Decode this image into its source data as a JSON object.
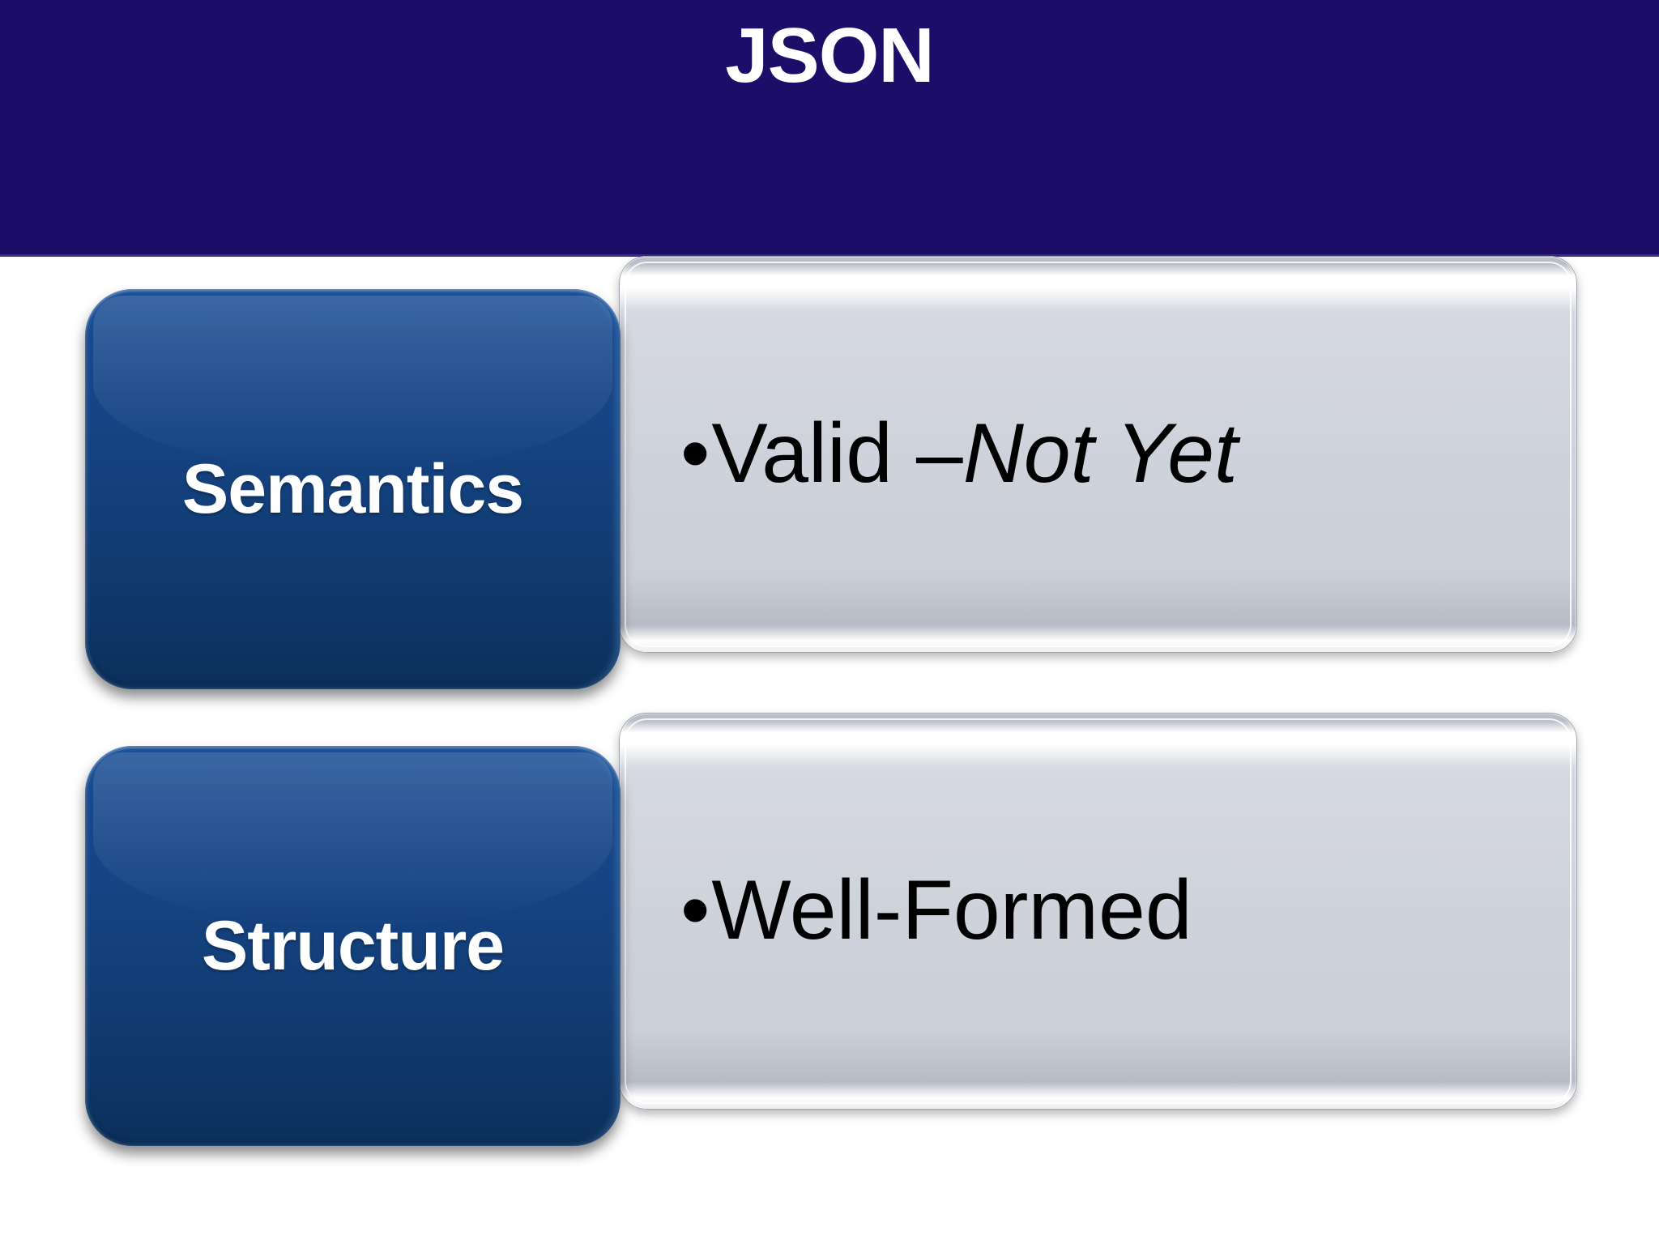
{
  "slide": {
    "title": "JSON",
    "title_color": "#FFFFFF",
    "title_band_color": "#1B0D68",
    "background_color": "#FFFFFF"
  },
  "diagram": {
    "accent_blue": "#154382",
    "panel_gray": "#CED2DB",
    "rows": [
      {
        "label": "Semantics",
        "bullet_glyph": "•",
        "bullet_parts": [
          {
            "text": "Valid – ",
            "style": "normal"
          },
          {
            "text": "Not Yet",
            "style": "italic"
          }
        ],
        "bullet_full_text": "Valid – Not Yet"
      },
      {
        "label": "Structure",
        "bullet_glyph": "•",
        "bullet_parts": [
          {
            "text": "Well-Formed",
            "style": "normal"
          }
        ],
        "bullet_full_text": "Well-Formed"
      }
    ]
  }
}
